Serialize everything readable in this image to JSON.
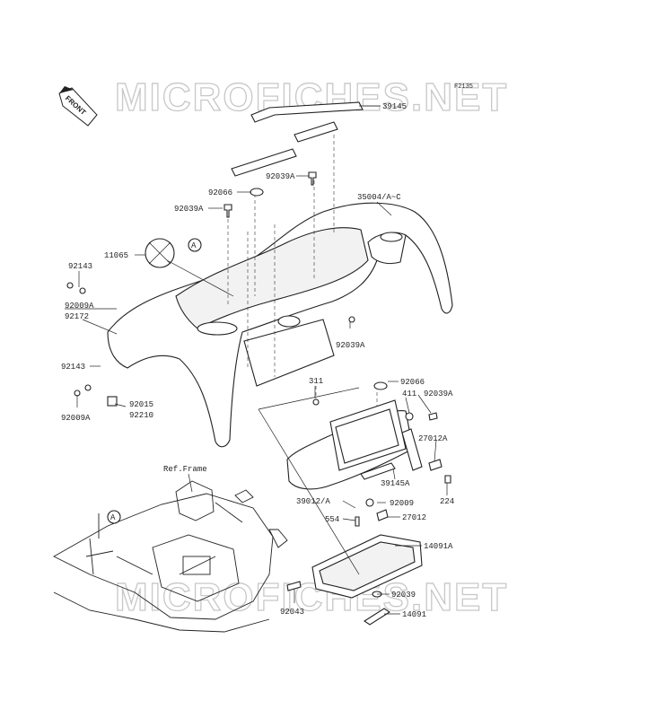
{
  "diagram_code": "F2135",
  "watermark": "MICROFICHES.NET",
  "front_label": "FRONT",
  "ref_frame_label": "Ref.Frame",
  "callout_a": "A",
  "parts": {
    "p39145": "39145",
    "p92039A_top": "92039A",
    "p92066_top": "92066",
    "p92039A_left": "92039A",
    "p35004": "35004/A~C",
    "p11065": "11065",
    "p92143_top": "92143",
    "p92009A_top": "92009A",
    "p92172": "92172",
    "p92143_mid": "92143",
    "p92009A_low": "92009A",
    "p92015": "92015",
    "p92210": "92210",
    "p92039A_mid": "92039A",
    "p311": "311",
    "p92066_box": "92066",
    "p411": "411",
    "p92039A_box": "92039A",
    "p27012A": "27012A",
    "p39145A": "39145A",
    "p224": "224",
    "p39012": "39012/A",
    "p92009": "92009",
    "p554": "554",
    "p27012": "27012",
    "p14091A": "14091A",
    "p92039": "92039",
    "p92043": "92043",
    "p14091": "14091"
  }
}
